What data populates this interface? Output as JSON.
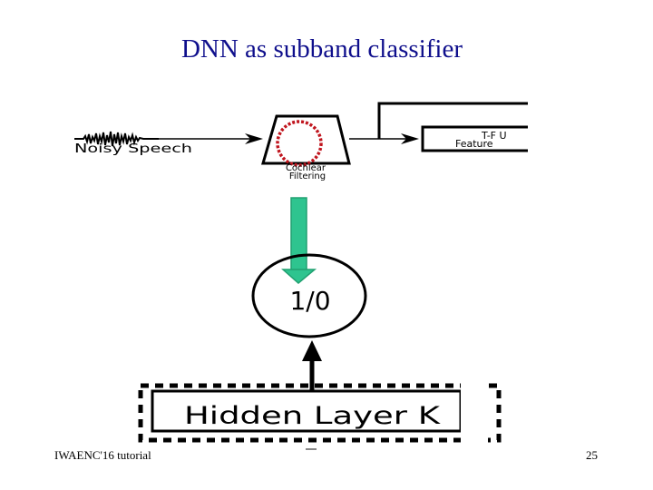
{
  "slide": {
    "title": "DNN as subband classifier",
    "footer_left": "IWAENC'16 tutorial",
    "page_number": "25"
  },
  "diagram": {
    "input_label": "Noisy Speech",
    "filter_label_line1": "Cochlear",
    "filter_label_line2": "Filtering",
    "feature_label_line1": "T-F U",
    "feature_label_line2": "Feature",
    "output_label": "1/0",
    "hidden_layer_label": "Hidden Layer K",
    "colors": {
      "title": "#0f0f8c",
      "arrow_fill": "#2ec48f",
      "highlight_circle": "#c0151e"
    }
  }
}
